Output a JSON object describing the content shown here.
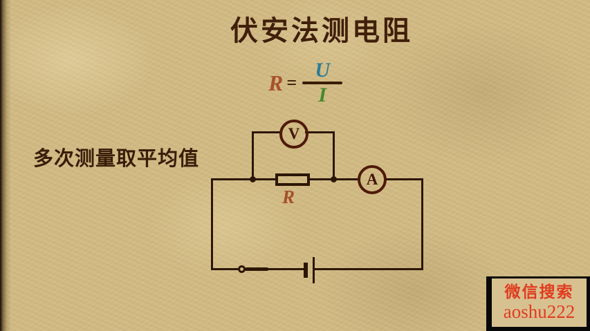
{
  "header": {
    "title": "伏安法测电阻"
  },
  "annotation": {
    "text": "多次测量取平均值"
  },
  "formula": {
    "lhs": "R",
    "equals": "=",
    "numerator": "U",
    "denominator": "I",
    "colors": {
      "lhs": "#a8502c",
      "numerator": "#2c7d99",
      "denominator": "#46892b",
      "bar": "#3a1d04"
    }
  },
  "circuit": {
    "voltmeter_label": "V",
    "ammeter_label": "A",
    "resistor_label": "R",
    "wire_color": "#2b1604",
    "meter_color": "#4e1a07"
  },
  "watermark": {
    "line1": "微信搜索",
    "line2": "aoshu222",
    "text_color": "#e03c20"
  },
  "background": {
    "parchment": "#d1ba84",
    "title_color": "#40200a"
  }
}
